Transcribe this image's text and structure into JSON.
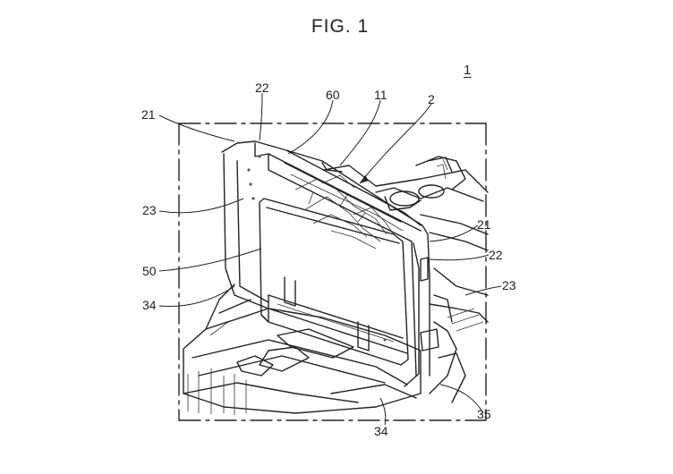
{
  "figure": {
    "title": "FIG. 1",
    "reference": "1",
    "labels": [
      {
        "id": "21a",
        "text": "21"
      },
      {
        "id": "22a",
        "text": "22"
      },
      {
        "id": "60",
        "text": "60"
      },
      {
        "id": "11",
        "text": "11"
      },
      {
        "id": "2",
        "text": "2"
      },
      {
        "id": "23a",
        "text": "23"
      },
      {
        "id": "21b",
        "text": "21"
      },
      {
        "id": "22b",
        "text": "22"
      },
      {
        "id": "50",
        "text": "50"
      },
      {
        "id": "23b",
        "text": "23"
      },
      {
        "id": "34a",
        "text": "34"
      },
      {
        "id": "35",
        "text": "35"
      },
      {
        "id": "34b",
        "text": "34"
      }
    ]
  }
}
